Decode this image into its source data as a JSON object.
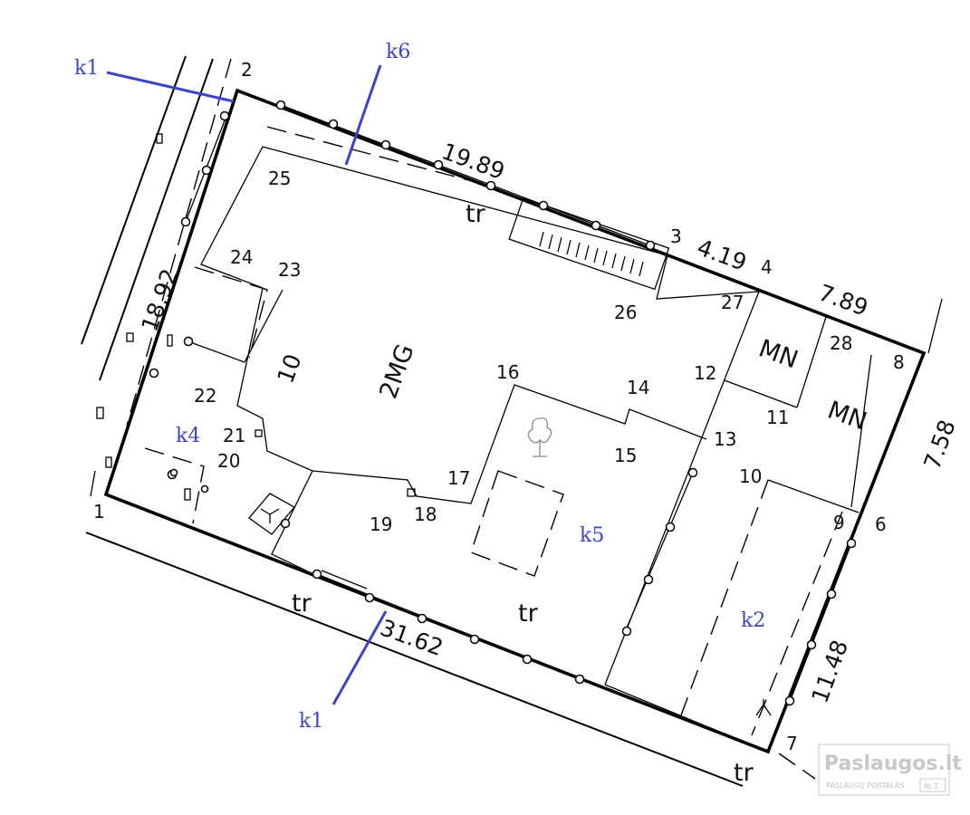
{
  "parcel_points": [
    "1",
    "2",
    "3",
    "4",
    "6",
    "7",
    "8",
    "9",
    "10",
    "11",
    "12",
    "13",
    "14",
    "15",
    "16",
    "17",
    "18",
    "19",
    "20",
    "21",
    "22",
    "23",
    "24",
    "25",
    "26",
    "27",
    "28"
  ],
  "dimensions": {
    "north_a": "19.89",
    "north_b": "4.19",
    "north_c": "7.89",
    "east_a": "7.58",
    "east_b": "11.48",
    "south": "31.62",
    "west": "18.92",
    "building_side": "10"
  },
  "zone_labels": {
    "building": "2MG",
    "mn1": "MN",
    "mn2": "MN",
    "tr_north": "tr",
    "tr_south": "tr",
    "tr_center": "tr",
    "tr_corner": "tr"
  },
  "callouts": {
    "k1_top": "k1",
    "k1_bottom": "k1",
    "k2": "k2",
    "k4": "k4",
    "k5": "k5",
    "k6": "k6"
  },
  "watermark": {
    "title": "Paslaugos.lt",
    "subtitle": "PASLAUGŲ PORTALAS",
    "badge": "Nr.1"
  },
  "colors": {
    "callout": "#3a44c8",
    "line": "#000000",
    "watermark": "#c8c8c8"
  }
}
